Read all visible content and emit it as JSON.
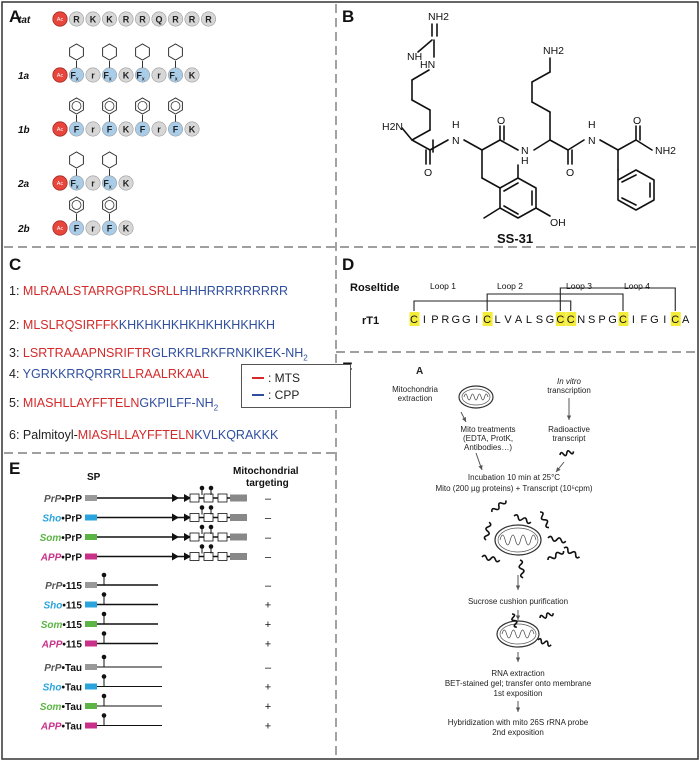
{
  "panels": {
    "A": "A",
    "B": "B",
    "C": "C",
    "D": "D",
    "E": "E",
    "F": "F"
  },
  "panelA": {
    "start_label": "Ac",
    "tat_label": "tat",
    "tat_residues": [
      "R",
      "K",
      "K",
      "R",
      "R",
      "Q",
      "R",
      "R",
      "R"
    ],
    "rows": [
      {
        "label": "1a",
        "residues": [
          "Fx",
          "r",
          "Fx",
          "K",
          "Fx",
          "r",
          "Fx",
          "K"
        ]
      },
      {
        "label": "1b",
        "residues": [
          "F",
          "r",
          "F",
          "K",
          "F",
          "r",
          "F",
          "K"
        ]
      },
      {
        "label": "2a",
        "residues": [
          "Fx",
          "r",
          "Fx",
          "K"
        ]
      },
      {
        "label": "2b",
        "residues": [
          "F",
          "r",
          "F",
          "K"
        ]
      }
    ]
  },
  "panelB": {
    "compound": "SS-31",
    "groups": {
      "nh2_top": "NH2",
      "nh_guan": "NH",
      "hn_guan": "HN",
      "h2n_left": "H2N",
      "nh_1": "H",
      "n_1": "N",
      "nh_2": "H",
      "n_2": "N",
      "nh_3": "H",
      "n_3": "N",
      "lys_nh2": "NH2",
      "c_nh2": "NH2",
      "o1": "O",
      "o2": "O",
      "o3": "O",
      "o4": "O",
      "oh": "OH"
    }
  },
  "panelC": {
    "sequences": [
      {
        "num": "1:",
        "parts": [
          {
            "t": "MLRAALSTARRGPRLSRLL",
            "c": "red"
          },
          {
            "t": "HHHRRRRRRRRR",
            "c": "blue"
          }
        ]
      },
      {
        "num": "2:",
        "parts": [
          {
            "t": "MLSLRQSIRFFK",
            "c": "red"
          },
          {
            "t": "KHKHKHKHKHKHKHKHKH",
            "c": "blue"
          }
        ]
      },
      {
        "num": "3:",
        "parts": [
          {
            "t": "LSRTRAAAPNSRIFTR",
            "c": "red"
          },
          {
            "t": "GLRKRLRKFRNKIKEK-NH",
            "c": "blue"
          },
          {
            "t": "2",
            "c": "blue",
            "sub": true
          }
        ]
      },
      {
        "num": "4:",
        "parts": [
          {
            "t": "YGRKKRRQRRR",
            "c": "blue"
          },
          {
            "t": "LLRAALRKAAL",
            "c": "red"
          }
        ]
      },
      {
        "num": "5:",
        "parts": [
          {
            "t": "MIASHLLAYFFTELN",
            "c": "red"
          },
          {
            "t": "GKPILFF-NH",
            "c": "blue"
          },
          {
            "t": "2",
            "c": "blue",
            "sub": true
          }
        ]
      },
      {
        "num": "6:",
        "parts": [
          {
            "t": "Palmitoyl-",
            "c": "blk"
          },
          {
            "t": "MIASHLLAYFFTELN",
            "c": "red"
          },
          {
            "t": "KVLKQRAKKK",
            "c": "blue"
          }
        ]
      }
    ],
    "legend": [
      {
        "label": ": MTS",
        "color": "#d42a2a"
      },
      {
        "label": ": CPP",
        "color": "#2f4f9e"
      }
    ]
  },
  "panelD": {
    "title": "Roseltide",
    "loops": [
      "Loop 1",
      "Loop 2",
      "Loop 3",
      "Loop 4"
    ],
    "name": "rT1",
    "sequence": [
      "C",
      "I",
      "P",
      "R",
      "G",
      "G",
      "I",
      "C",
      "L",
      "V",
      "A",
      "L",
      "S",
      "G",
      "C",
      "C",
      "N",
      "S",
      "P",
      "G",
      "C",
      "I",
      "F",
      "G",
      "I",
      "C",
      "A"
    ],
    "highlight": [
      0,
      7,
      14,
      15,
      20,
      25
    ]
  },
  "panelE": {
    "sp_label": "SP",
    "col_header": [
      "Mitochondrial",
      "targeting"
    ],
    "groups": [
      {
        "rows": [
          {
            "prefix": "PrP",
            "target": "PrP",
            "color": "#999999",
            "result": "–"
          },
          {
            "prefix": "Sho",
            "target": "PrP",
            "color": "#2aa4dc",
            "result": "–"
          },
          {
            "prefix": "Som",
            "target": "PrP",
            "color": "#5cb445",
            "result": "–"
          },
          {
            "prefix": "APP",
            "target": "PrP",
            "color": "#c8308a",
            "result": "–"
          }
        ]
      },
      {
        "rows": [
          {
            "prefix": "PrP",
            "target": "115",
            "color": "#999999",
            "result": "–"
          },
          {
            "prefix": "Sho",
            "target": "115",
            "color": "#2aa4dc",
            "result": "+"
          },
          {
            "prefix": "Som",
            "target": "115",
            "color": "#5cb445",
            "result": "+"
          },
          {
            "prefix": "APP",
            "target": "115",
            "color": "#c8308a",
            "result": "+"
          }
        ]
      },
      {
        "rows": [
          {
            "prefix": "PrP",
            "target": "Tau",
            "color": "#999999",
            "result": "–"
          },
          {
            "prefix": "Sho",
            "target": "Tau",
            "color": "#2aa4dc",
            "result": "+"
          },
          {
            "prefix": "Som",
            "target": "Tau",
            "color": "#5cb445",
            "result": "+"
          },
          {
            "prefix": "APP",
            "target": "Tau",
            "color": "#c8308a",
            "result": "+"
          }
        ]
      }
    ]
  },
  "panelF": {
    "sub": "A",
    "mito_extraction": [
      "Mitochondria",
      "extraction"
    ],
    "in_vitro": [
      "In vitro",
      "transcription"
    ],
    "mito_treatments": [
      "Mito treatments",
      "(EDTA, ProtK,",
      "Antibodies…)"
    ],
    "radioactive": [
      "Radioactive",
      "transcript"
    ],
    "incubation": [
      "Incubation 10 min at 25°C",
      "Mito (200 µg proteins) + Transcript (10⁵cpm)"
    ],
    "sucrose": "Sucrose cushion purification",
    "rna": [
      "RNA extraction",
      "BET-stained gel; transfer onto membrane",
      "1st exposition"
    ],
    "hybrid": [
      "Hybridization with mito 26S rRNA probe",
      "2nd exposition"
    ]
  }
}
